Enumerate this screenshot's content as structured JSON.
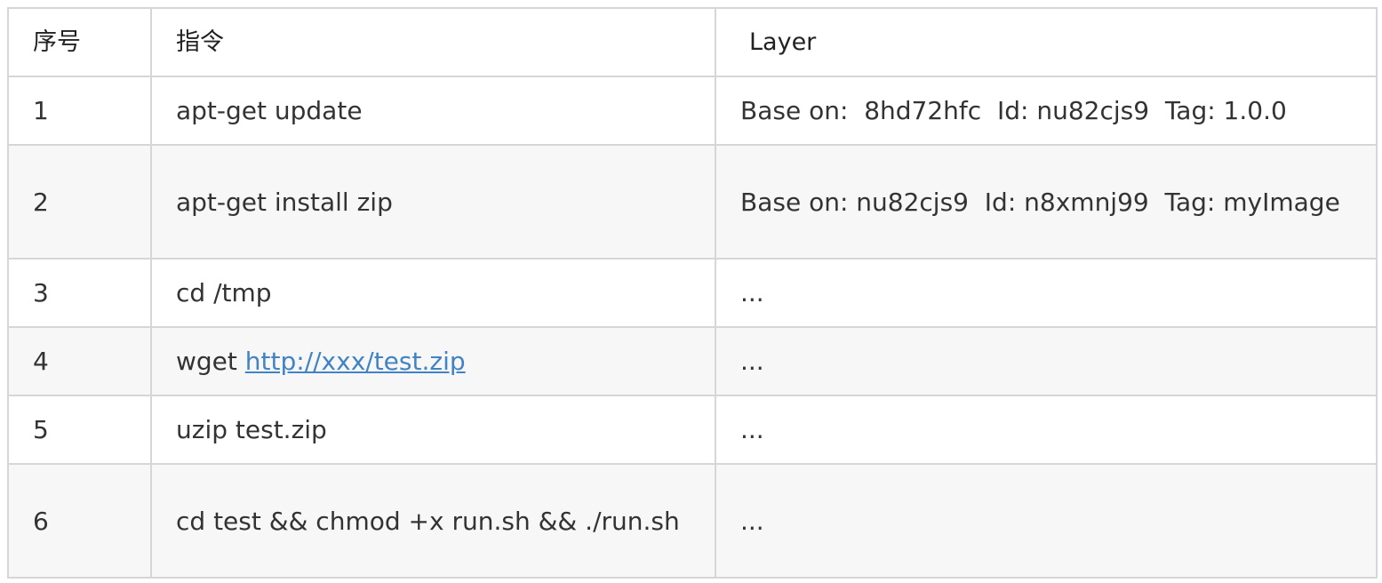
{
  "table": {
    "headers": {
      "number": "序号",
      "command": "指令",
      "layer": "Layer"
    },
    "rows": [
      {
        "number": "1",
        "command": "apt-get update",
        "layer": "Base on:  8hd72hfc  Id: nu82cjs9  Tag: 1.0.0"
      },
      {
        "number": "2",
        "command": "apt-get install zip",
        "layer": "Base on: nu82cjs9  Id: n8xmnj99  Tag: myImage"
      },
      {
        "number": "3",
        "command": "cd /tmp",
        "layer": "..."
      },
      {
        "number": "4",
        "command_prefix": "wget ",
        "command_link": "http://xxx/test.zip",
        "layer": "..."
      },
      {
        "number": "5",
        "command": "uzip test.zip",
        "layer": "..."
      },
      {
        "number": "6",
        "command": "cd test && chmod +x run.sh && ./run.sh",
        "layer": "..."
      }
    ]
  },
  "colors": {
    "border": "#d6d6d6",
    "alt_row": "#f7f7f7",
    "link": "#4183c4",
    "text": "#333333"
  }
}
